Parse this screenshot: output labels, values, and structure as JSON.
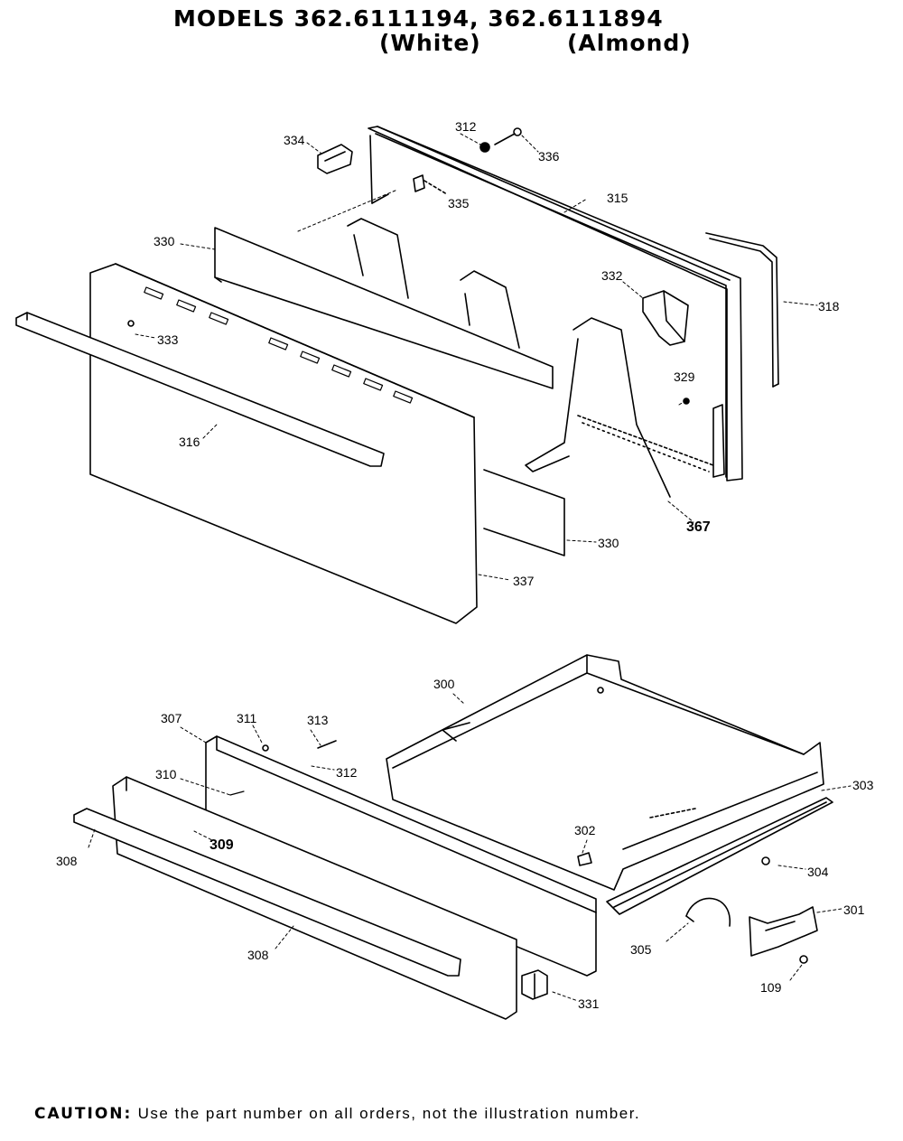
{
  "header": {
    "title": "MODELS 362.6111194, 362.6111894",
    "variant_white": "(White)",
    "variant_almond": "(Almond)"
  },
  "callouts": {
    "c312a": "312",
    "c336": "336",
    "c334": "334",
    "c335": "335",
    "c315": "315",
    "c330a": "330",
    "c332": "332",
    "c318": "318",
    "c333": "333",
    "c329": "329",
    "c316": "316",
    "c367": "367",
    "c330b": "330",
    "c337": "337",
    "c300": "300",
    "c307": "307",
    "c311": "311",
    "c313": "313",
    "c312b": "312",
    "c310": "310",
    "c303": "303",
    "c309": "309",
    "c308a": "308",
    "c302": "302",
    "c304": "304",
    "c301": "301",
    "c305": "305",
    "c308b": "308",
    "c331": "331",
    "c109": "109"
  },
  "footer": {
    "caution_label": "CAUTION:",
    "caution_text": "Use the part number on all orders, not the illustration number."
  }
}
